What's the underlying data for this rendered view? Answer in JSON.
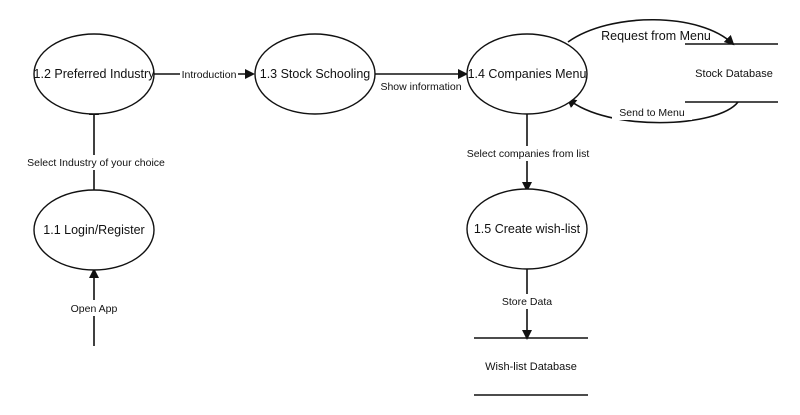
{
  "processes": {
    "login": "1.1 Login/Register",
    "industry": "1.2 Preferred Industry",
    "schooling": "1.3 Stock Schooling",
    "companies": "1.4 Companies Menu",
    "wishlist": "1.5 Create wish-list"
  },
  "stores": {
    "stock": "Stock Database",
    "wishlist": "Wish-list Database"
  },
  "flows": {
    "open_app": "Open App",
    "select_industry": "Select Industry of your choice",
    "introduction": "Introduction",
    "show_information": "Show information",
    "request_from_menu": "Request from Menu",
    "send_to_menu": "Send to Menu",
    "select_companies": "Select companies from list",
    "store_data": "Store Data"
  },
  "colors": {
    "stroke": "#111111",
    "background": "#ffffff"
  }
}
